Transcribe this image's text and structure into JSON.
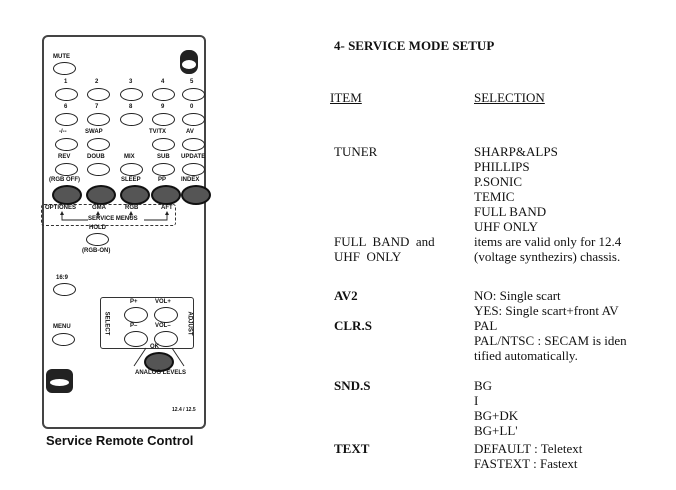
{
  "remote": {
    "mute": "MUTE",
    "numbers": [
      "1",
      "2",
      "3",
      "4",
      "5",
      "6",
      "7",
      "8",
      "9",
      "0"
    ],
    "row4": [
      "-/--",
      "SWAP",
      "TV/TX",
      "AV"
    ],
    "row5": [
      "REV",
      "DOUB",
      "MIX",
      "SUB",
      "UPDATE"
    ],
    "rgb_off": "(RGB OFF)",
    "row6": [
      "SLEEP",
      "PP",
      "INDEX"
    ],
    "row7": [
      "OPTIONES",
      "GMA",
      "RGB",
      "AFT"
    ],
    "service_menus": "SERVICE MENUS",
    "hold": "HOLD",
    "rgb_on": "(RGB-ON)",
    "aspect": "16:9",
    "menu": "MENU",
    "select": "SELECT",
    "adjust": "ADJUST",
    "p_plus": "P+",
    "p_minus": "P–",
    "vol_plus": "VOL+",
    "vol_minus": "VOL–",
    "ok": "OK",
    "analog_levels": "ANALOG LEVELS",
    "model": "12.4 / 12.5"
  },
  "caption": "Service Remote Control",
  "doc": {
    "title": "4- SERVICE MODE SETUP",
    "col_item": "ITEM",
    "col_selection": "SELECTION",
    "rows": [
      {
        "item": "TUNER",
        "selection": [
          "SHARP&ALPS",
          "PHILLIPS",
          "P.SONIC",
          "TEMIC",
          "FULL BAND",
          "UHF ONLY"
        ]
      },
      {
        "item": "FULL  BAND  and",
        "item2": "UHF  ONLY",
        "selection": [
          "items are valid only for 12.4",
          "(voltage synthezirs) chassis."
        ]
      },
      {
        "item": "AV2",
        "selection": [
          "NO: Single scart",
          "YES: Single scart+front AV"
        ]
      },
      {
        "item": "CLR.S",
        "selection": [
          "PAL",
          "PAL/NTSC : SECAM is iden",
          "tified automatically."
        ]
      },
      {
        "item": "SND.S",
        "selection": [
          "BG",
          "I",
          "BG+DK",
          "BG+LL'"
        ]
      },
      {
        "item": "TEXT",
        "selection": [
          "DEFAULT : Teletext",
          "FASTEXT : Fastext"
        ]
      }
    ]
  }
}
